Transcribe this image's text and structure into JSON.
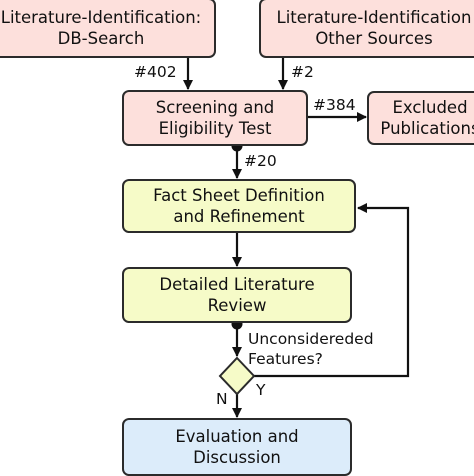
{
  "nodes": {
    "db_search": {
      "line1": "Literature-Identification:",
      "line2": "DB-Search"
    },
    "other_sources": {
      "line1": "Literature-Identification",
      "line2": "Other Sources"
    },
    "screening": {
      "line1": "Screening and",
      "line2": "Eligibility Test"
    },
    "excluded": {
      "line1": "Excluded",
      "line2": "Publications"
    },
    "fact_sheet": {
      "line1": "Fact Sheet Definition",
      "line2": "and Refinement"
    },
    "detailed_review": {
      "line1": "Detailed Literature",
      "line2": "Review"
    },
    "decision": {
      "line1": "Unconsidereded",
      "line2": "Features?"
    },
    "evaluation": {
      "line1": "Evaluation and",
      "line2": "Discussion"
    }
  },
  "edges": {
    "db_to_screening": "#402",
    "other_to_screening": "#2",
    "screening_to_excluded": "#384",
    "screening_to_fact": "#20",
    "decision_yes": "Y",
    "decision_no": "N"
  },
  "colors": {
    "identification_fill": "#fde0dc",
    "process_fill": "#f6fbc8",
    "result_fill": "#dcecfa",
    "stroke": "#2b2b2b"
  }
}
